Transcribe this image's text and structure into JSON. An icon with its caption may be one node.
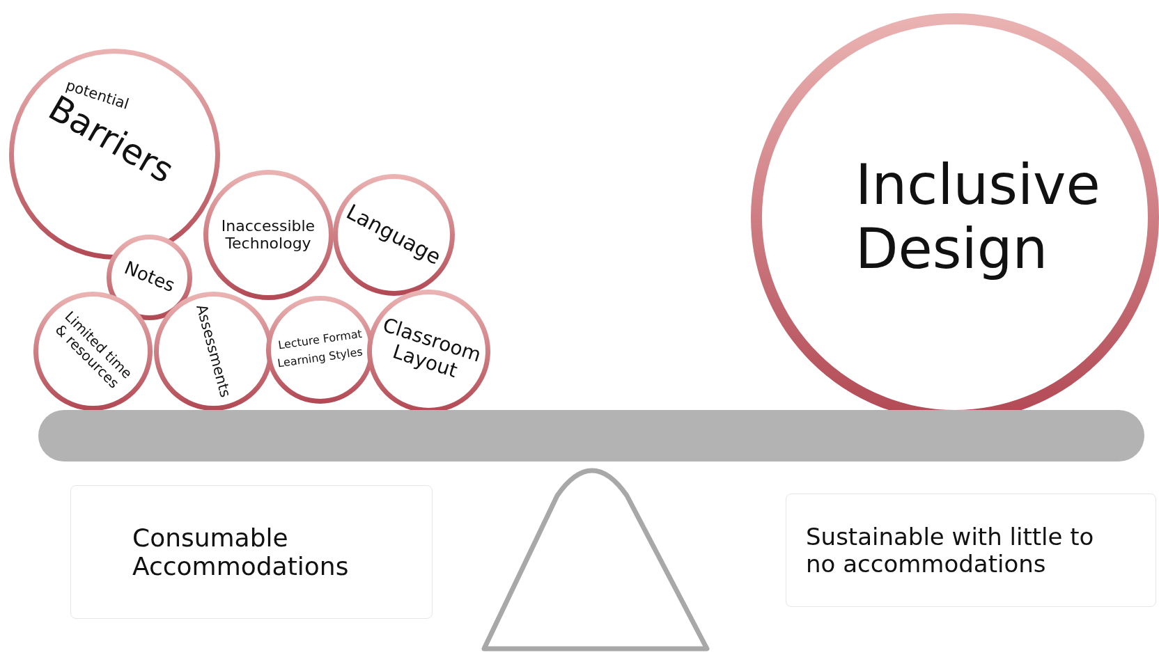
{
  "diagram": {
    "nodes": [
      {
        "text": [
          "potential",
          "Barriers"
        ]
      },
      {
        "text": [
          "Notes"
        ]
      },
      {
        "text": [
          "Inaccessible Technology"
        ]
      },
      {
        "text": [
          "Language"
        ]
      },
      {
        "text": [
          "Limited time & resources"
        ]
      },
      {
        "text": [
          "Assessments"
        ]
      },
      {
        "text": [
          "Lecture Format",
          "Learning Styles"
        ]
      },
      {
        "text": [
          "Classroom Layout"
        ]
      },
      {
        "text": [
          "Inclusive Design"
        ]
      },
      {
        "text": [],
        "shape": "bar"
      },
      {
        "text": [
          "Consumable Accommodations"
        ]
      },
      {
        "text": [
          "Sustainable with little to no accommodations"
        ]
      }
    ]
  }
}
